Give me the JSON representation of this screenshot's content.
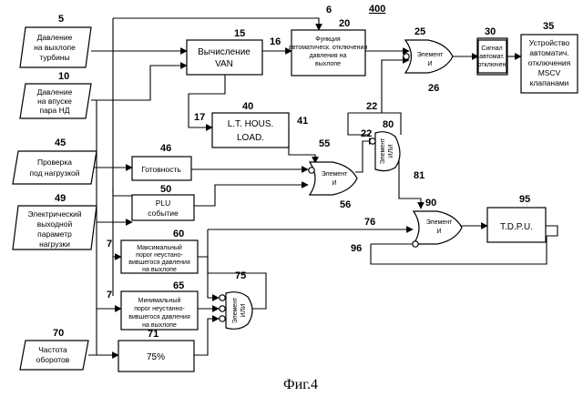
{
  "figure": {
    "number": "400",
    "caption": "Фиг.4"
  },
  "blocks": {
    "b5": {
      "ref": "5",
      "lines": [
        "Давление",
        "на выхлопе",
        "турбины"
      ]
    },
    "b10": {
      "ref": "10",
      "lines": [
        "Давление",
        "на впуске",
        "пара НД"
      ]
    },
    "b45": {
      "ref": "45",
      "lines": [
        "Проверка",
        "под нагрузкой"
      ]
    },
    "b49": {
      "ref": "49",
      "lines": [
        "Электрический",
        "выходной",
        "параметр",
        "нагрузки"
      ]
    },
    "b70": {
      "ref": "70",
      "lines": [
        "Частота",
        "оборотов"
      ]
    },
    "b15": {
      "ref": "15",
      "lines": [
        "Вычисление",
        "VAN"
      ]
    },
    "b20": {
      "ref": "20",
      "lines": [
        "Функция",
        "автоматическ. отключения",
        "давления на",
        "выхлопе"
      ]
    },
    "b40": {
      "ref": "40",
      "lines": [
        "L.T. HOUS.",
        "LOAD."
      ]
    },
    "b46": {
      "ref": "46",
      "lines": [
        "Готовность"
      ]
    },
    "b50": {
      "ref": "50",
      "lines": [
        "PLU",
        "событие"
      ]
    },
    "b60": {
      "ref": "60",
      "lines": [
        "Максимальный",
        "порог неустано-",
        "вившегося давления",
        "на выхлопе"
      ]
    },
    "b65": {
      "ref": "65",
      "lines": [
        "Минимальный",
        "порог неустанно-",
        "вившегося давления",
        "на выхлопе"
      ]
    },
    "b71": {
      "ref": "71",
      "lines": [
        "75%"
      ]
    },
    "b30": {
      "ref": "30",
      "lines": [
        "Сигнал",
        "автомат.",
        "отключен"
      ]
    },
    "b35": {
      "ref": "35",
      "lines": [
        "Устройство",
        "автоматич.",
        "отключения",
        "MSCV",
        "клапанами"
      ]
    },
    "b95": {
      "ref": "95",
      "lines": [
        "T.D.P.U."
      ]
    }
  },
  "gates": {
    "g25": {
      "ref": "25",
      "lines": [
        "Элемент",
        "И"
      ]
    },
    "g55": {
      "ref": "55",
      "lines": [
        "Элемент",
        "И"
      ]
    },
    "g80": {
      "ref": "80",
      "lines": [
        "Элемент",
        "ИЛИ"
      ]
    },
    "g90": {
      "ref": "90",
      "lines": [
        "Элемент",
        "И"
      ]
    },
    "g75": {
      "ref": "75",
      "lines": [
        "Элемент",
        "ИЛИ"
      ]
    }
  },
  "signals": {
    "s6": "6",
    "s16": "16",
    "s17": "17",
    "s41": "41",
    "s22a": "22",
    "s22b": "22",
    "s26": "26",
    "s56": "56",
    "s81": "81",
    "s76": "76",
    "s96": "96",
    "s7a": "7",
    "s7b": "7"
  }
}
